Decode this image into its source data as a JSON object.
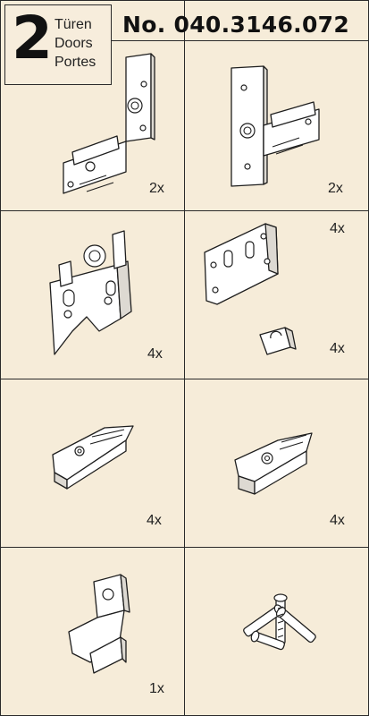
{
  "header": {
    "door_count": "2",
    "door_labels": [
      "Türen",
      "Doors",
      "Portes"
    ],
    "product_number": "No. 040.3146.072"
  },
  "parts": [
    {
      "quantity": "2x"
    },
    {
      "quantity": "2x"
    },
    {
      "quantity": "4x"
    },
    {
      "quantity": "4x"
    },
    {
      "quantity": "4x"
    },
    {
      "quantity": "4x"
    },
    {
      "quantity": "4x"
    },
    {
      "quantity": "1x"
    }
  ],
  "colors": {
    "background": "#f6ecd9",
    "line": "#1e1e1e"
  }
}
